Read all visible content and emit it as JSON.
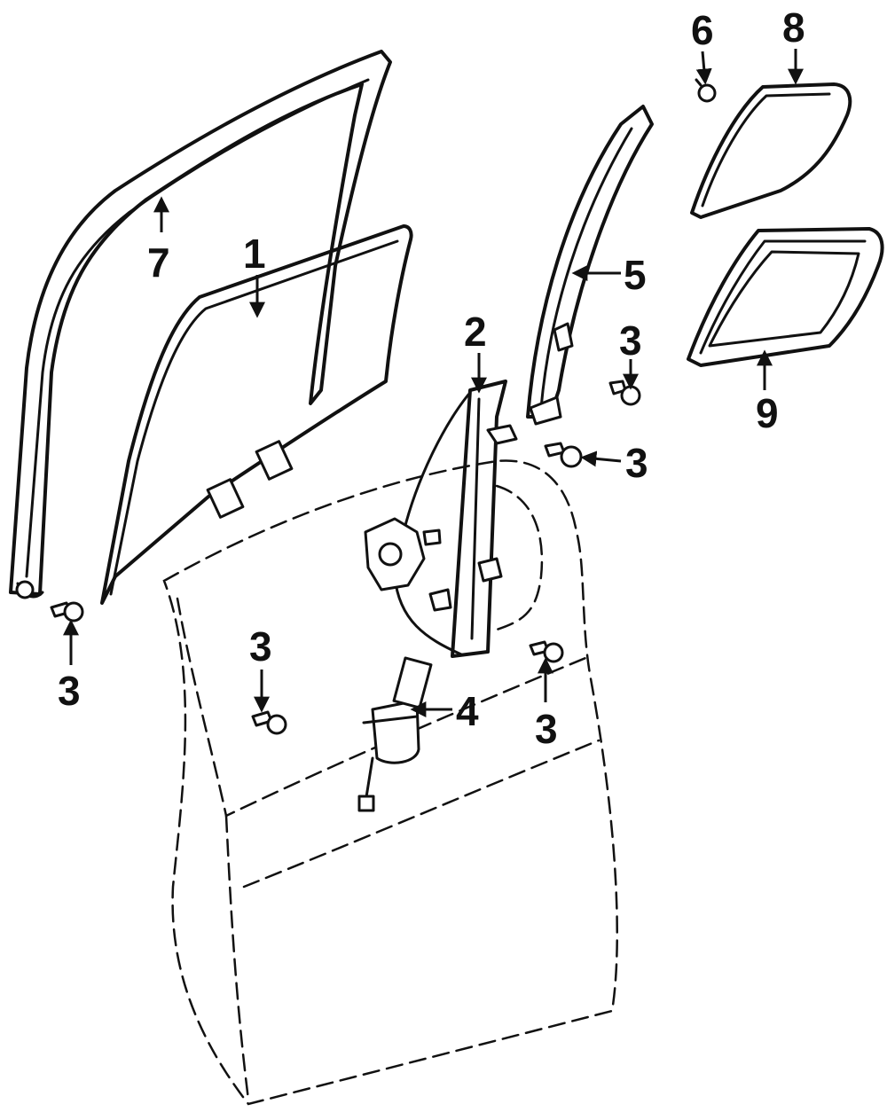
{
  "diagram": {
    "callouts": {
      "run_channel_rear": "7",
      "door_glass": "1",
      "window_regulator": "2",
      "bolt_lower_left": "3",
      "bolt_center_left": "3",
      "bolt_center_right": "3",
      "bolt_mid_right": "3",
      "bolt_upper_right": "3",
      "regulator_motor": "4",
      "run_channel_front": "5",
      "clip": "6",
      "quarter_glass": "8",
      "quarter_glass_seal": "9"
    }
  }
}
